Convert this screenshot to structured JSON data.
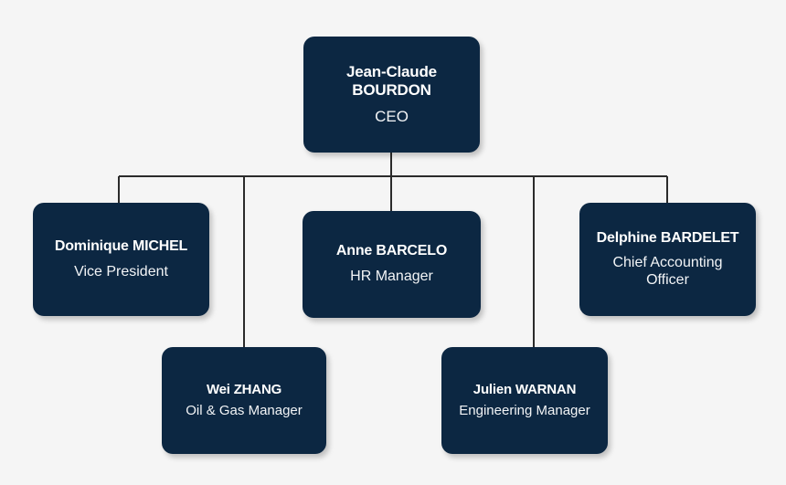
{
  "chart": {
    "type": "org-chart",
    "background_color": "#f5f5f5",
    "node_color": "#0c2741",
    "node_text_color": "#ffffff",
    "connector_color": "#2b2b2b",
    "title": ""
  },
  "nodes": {
    "ceo": {
      "id": "ceo",
      "name": "Jean-Claude\nBOURDON",
      "title": "CEO",
      "level": 0,
      "reports_to": null
    },
    "vice_president": {
      "id": "vice-president",
      "name": "Dominique MICHEL",
      "title": "Vice President",
      "level": 1,
      "reports_to": "ceo"
    },
    "hr_manager": {
      "id": "hr-manager",
      "name": "Anne BARCELO",
      "title": "HR Manager",
      "level": 1,
      "reports_to": "ceo"
    },
    "chief_accounting_officer": {
      "id": "chief-accounting-officer",
      "name": "Delphine BARDELET",
      "title": "Chief Accounting\nOfficer",
      "level": 1,
      "reports_to": "ceo"
    },
    "oil_gas_manager": {
      "id": "oil-gas-manager",
      "name": "Wei ZHANG",
      "title": "Oil & Gas Manager",
      "level": 2,
      "reports_to": "ceo"
    },
    "engineering_manager": {
      "id": "engineering-manager",
      "name": "Julien WARNAN",
      "title": "Engineering Manager",
      "level": 2,
      "reports_to": "ceo"
    }
  }
}
